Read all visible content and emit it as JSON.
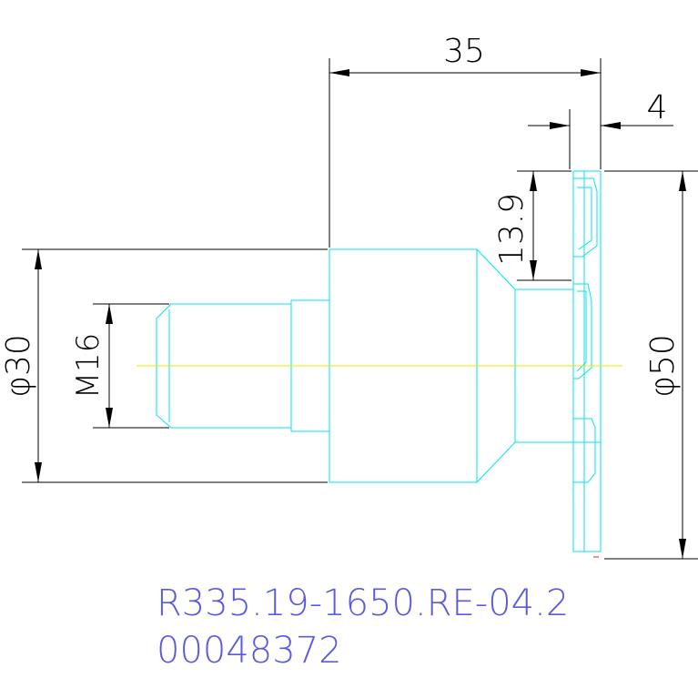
{
  "colors": {
    "part_outline": "#00e5ee",
    "centerline": "#e8e800",
    "dimension": "#000000",
    "part_number_text": "#5a5ae0",
    "background": "#ffffff"
  },
  "dimensions": {
    "overall_length": "35",
    "flange_thickness": "4",
    "offset": "13.9",
    "shank_diameter": "φ30",
    "thread": "M16",
    "flange_diameter": "φ50"
  },
  "part": {
    "part_number": "R335.19-1650.RE-04.2",
    "article_number": "00048372"
  }
}
